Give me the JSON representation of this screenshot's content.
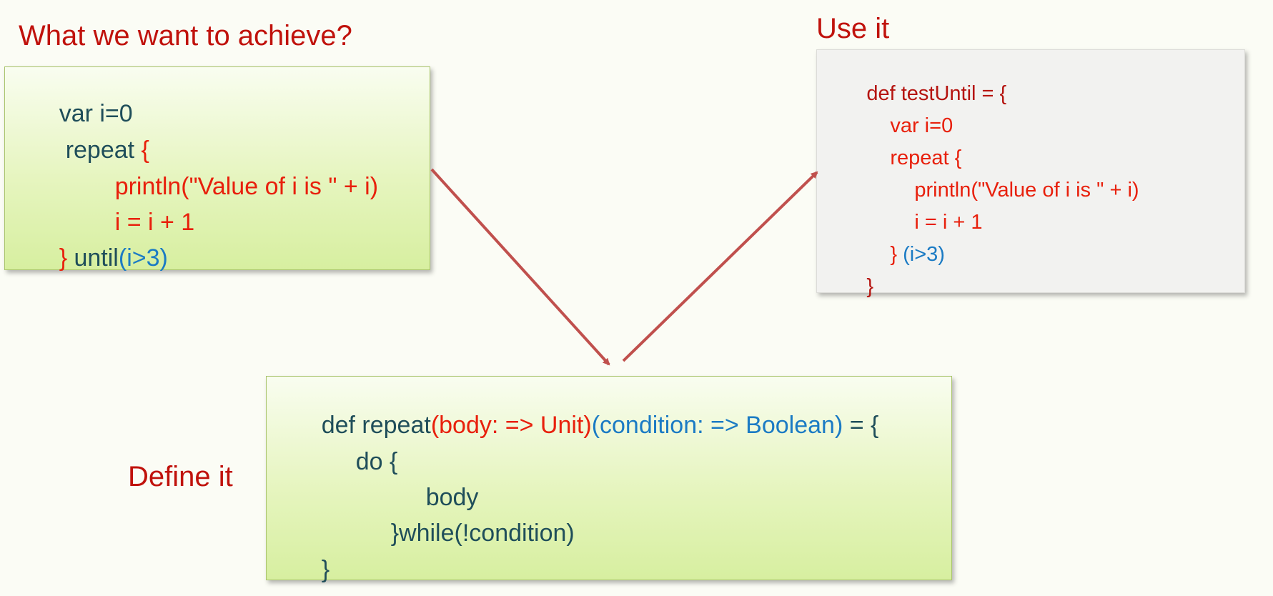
{
  "headings": {
    "achieve": "What we want to achieve?",
    "use": "Use it",
    "define": "Define it"
  },
  "achieve_box": {
    "line1": "var i=0",
    "line2_kw": "repeat ",
    "line2_brace": "{",
    "line3": "println(\"Value of i is \" + i)",
    "line4": "i = i + 1",
    "line5_brace": "}",
    "line5_kw": " until",
    "line5_cond": "(i>3)"
  },
  "use_box": {
    "line1": "def testUntil = {",
    "line2": "var i=0",
    "line3": "repeat {",
    "line4": "println(\"Value of i is \" + i)",
    "line5": "i = i + 1",
    "line6_brace": "}",
    "line6_cond": " (i>3)",
    "line7": "}"
  },
  "define_box": {
    "line1_def": "def repeat",
    "line1_body": "(body: => Unit)",
    "line1_cond": "(condition: => Boolean)",
    "line1_end": " = {",
    "line2": "do {",
    "line3": "body",
    "line4": "}while(!condition)",
    "line5": "}"
  },
  "colors": {
    "heading": "#c0120c",
    "code_default": "#1f4e5a",
    "code_red": "#e8200c",
    "code_blue": "#1b7bc4",
    "arrow": "#c0504d"
  }
}
